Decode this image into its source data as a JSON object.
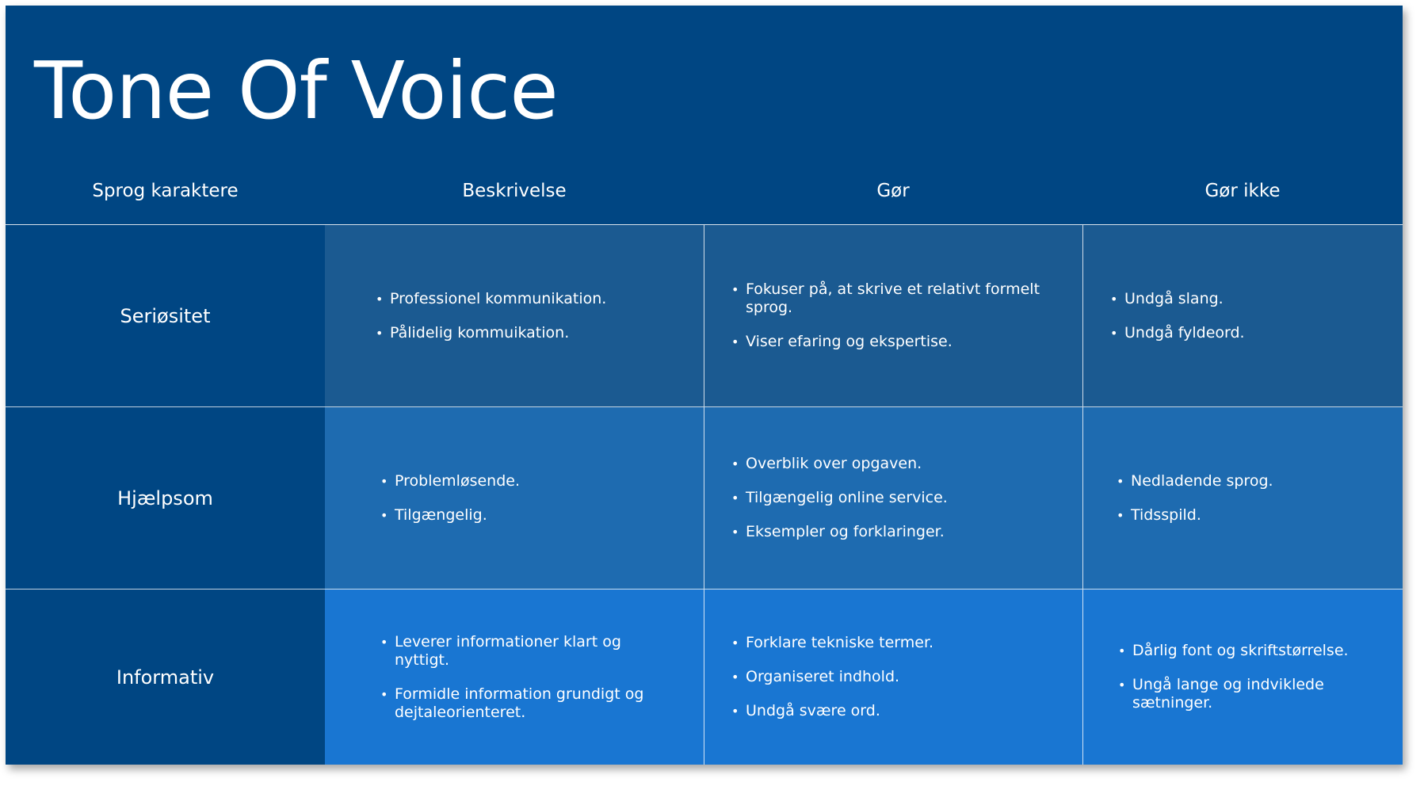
{
  "title": "Tone Of Voice",
  "headers": [
    "Sprog karaktere",
    "Beskrivelse",
    "Gør",
    "Gør ikke"
  ],
  "rows": [
    {
      "label": "Seriøsitet",
      "beskrivelse": [
        "Professionel kommunikation.",
        "Pålidelig kommuikation."
      ],
      "gor": [
        "Fokuser på, at skrive et relativt formelt sprog.",
        "Viser efaring og ekspertise."
      ],
      "gor_ikke": [
        "Undgå slang.",
        "Undgå fyldeord."
      ]
    },
    {
      "label": "Hjælpsom",
      "beskrivelse": [
        "Problemløsende.",
        "Tilgængelig."
      ],
      "gor": [
        "Overblik over opgaven.",
        "Tilgængelig online service.",
        "Eksempler og forklaringer."
      ],
      "gor_ikke": [
        "Nedladende sprog.",
        "Tidsspild."
      ]
    },
    {
      "label": "Informativ",
      "beskrivelse": [
        "Leverer informationer klart og nyttigt.",
        "Formidle information grundigt og dejtaleorienteret."
      ],
      "gor": [
        "Forklare tekniske termer.",
        "Organiseret indhold.",
        "Undgå svære ord."
      ],
      "gor_ikke": [
        "Dårlig font og skriftstørrelse.",
        "Ungå lange og indviklede sætninger."
      ]
    }
  ],
  "colors": {
    "background": "#004683",
    "row1": "#1b5a91",
    "row2": "#1e6bb0",
    "row3": "#1976d2",
    "text": "#ffffff"
  }
}
